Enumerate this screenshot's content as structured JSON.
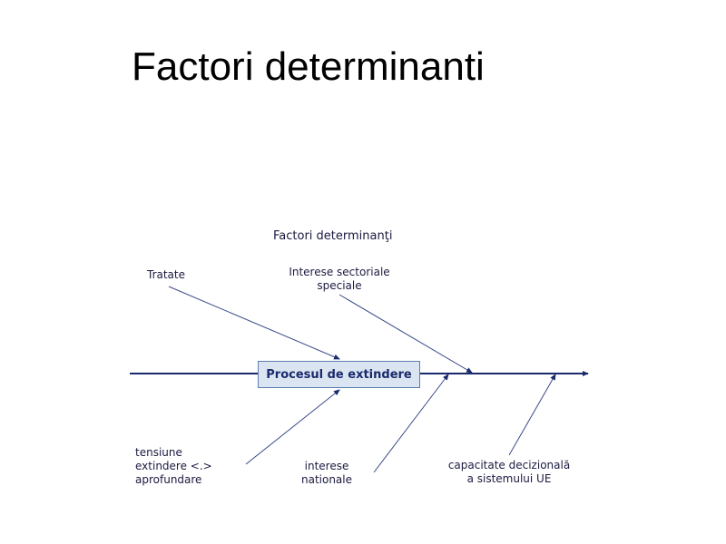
{
  "slide": {
    "title": "Factori determinanti"
  },
  "diagram": {
    "title": "Factori determinanţi",
    "center_label": "Procesul de extindere",
    "factors": {
      "tratate": [
        "Tratate"
      ],
      "interese_sectoriale": [
        "Interese sectoriale",
        "speciale"
      ],
      "tensiune": [
        "tensiune",
        "extindere <.>",
        "aprofundare"
      ],
      "interese_nationale": [
        "interese",
        "nationale"
      ],
      "capacitate": [
        "capacitate decizională",
        "a sistemului UE"
      ]
    },
    "colors": {
      "spine": "#1a2a6c",
      "arrow": "#3a4a8a",
      "box_fill": "#dbe5f1",
      "box_border": "#5b7eb2"
    }
  }
}
